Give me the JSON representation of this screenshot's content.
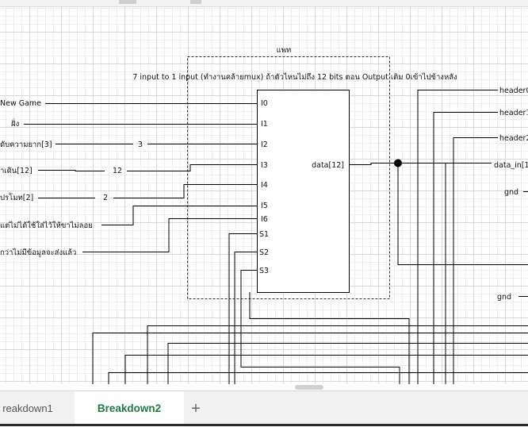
{
  "diagram": {
    "dashed_box_title": "แพท",
    "description": "7 input to 1 input (ทำงานคล้ายmux) ถ้าตัวไหนไม่ถึง 12 bits ตอน Output เติม 0เข้าไปข้างหลัง",
    "mux": {
      "inputs": [
        "I0",
        "I1",
        "I2",
        "I3",
        "I4",
        "I5",
        "I6"
      ],
      "selects": [
        "S1",
        "S2",
        "S3"
      ],
      "output": "data[12]"
    },
    "left_signals": [
      "New Game",
      "ฝั่ง",
      "ดับความยาก[3]",
      "าเดิน[12]",
      "ปรโมท[2]",
      "แต่ไม่ได้ใช้ใส่ไว้ให้ขาไม่ลอย",
      "กว่าไม่มีข้อมูลจะส่งแล้ว"
    ],
    "wire_widths": [
      "3",
      "12",
      "2"
    ],
    "right_signals": [
      "header0",
      "header1",
      "header2",
      "data_in[1",
      "gnd",
      "gnd"
    ]
  },
  "tabs": {
    "tab1": "reakdown1",
    "tab2": "Breakdown2",
    "add": "+"
  },
  "colors": {
    "active_tab_text": "#1a7f3a",
    "wire": "#000000",
    "grid": "#d9d9d9"
  }
}
